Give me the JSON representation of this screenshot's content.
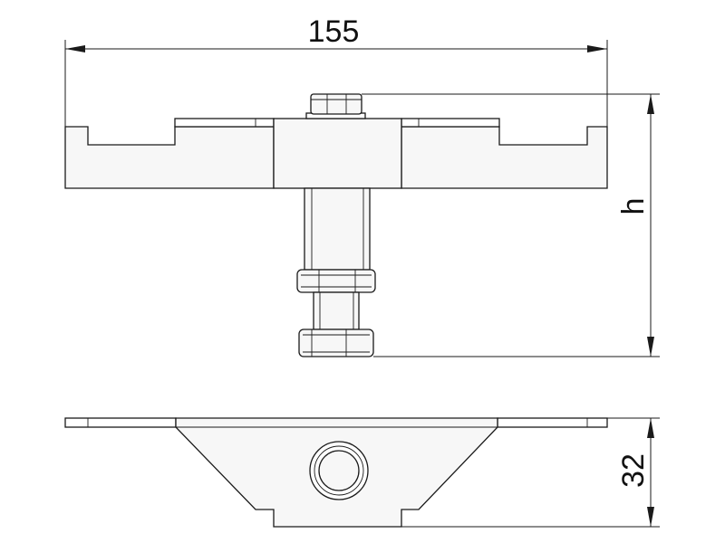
{
  "dimensions": {
    "width_label": "155",
    "height_label": "h",
    "depth_label": "32"
  }
}
